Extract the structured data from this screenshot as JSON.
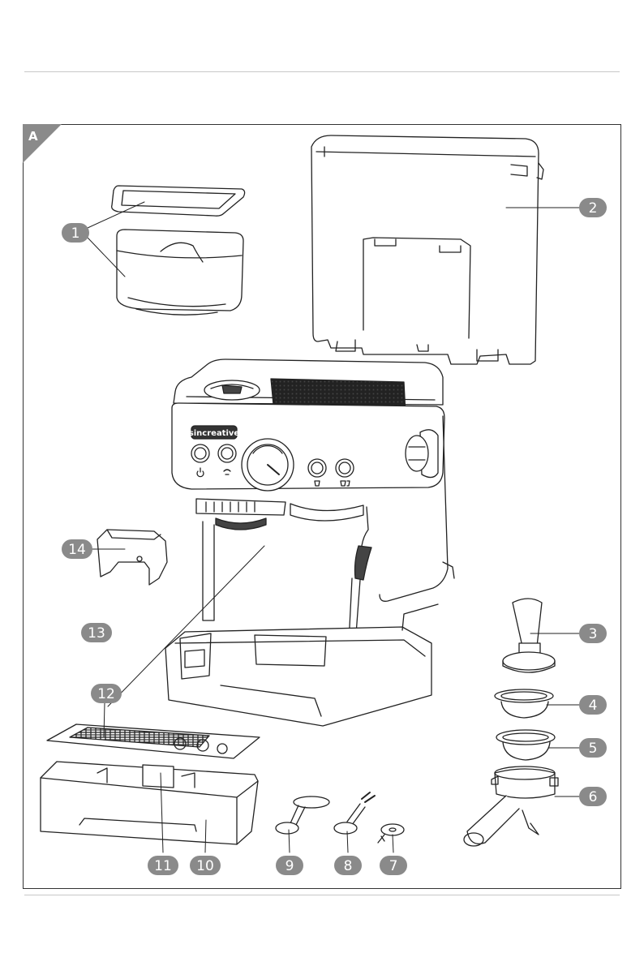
{
  "figure": {
    "label": "A",
    "brand": "sincreative"
  },
  "callouts": [
    {
      "id": "1",
      "text": "1"
    },
    {
      "id": "2",
      "text": "2"
    },
    {
      "id": "3",
      "text": "3"
    },
    {
      "id": "4",
      "text": "4"
    },
    {
      "id": "5",
      "text": "5"
    },
    {
      "id": "6",
      "text": "6"
    },
    {
      "id": "7",
      "text": "7"
    },
    {
      "id": "8",
      "text": "8"
    },
    {
      "id": "9",
      "text": "9"
    },
    {
      "id": "10",
      "text": "10"
    },
    {
      "id": "11",
      "text": "11"
    },
    {
      "id": "12",
      "text": "12"
    },
    {
      "id": "13",
      "text": "13"
    },
    {
      "id": "14",
      "text": "14"
    }
  ],
  "colors": {
    "callout_fill": "#8a8a8a",
    "line": "#222222",
    "grill": "#444444",
    "rule": "#c8c8c8"
  },
  "icons": [
    "power-icon",
    "steam-icon",
    "single-cup-icon",
    "double-cup-icon"
  ]
}
